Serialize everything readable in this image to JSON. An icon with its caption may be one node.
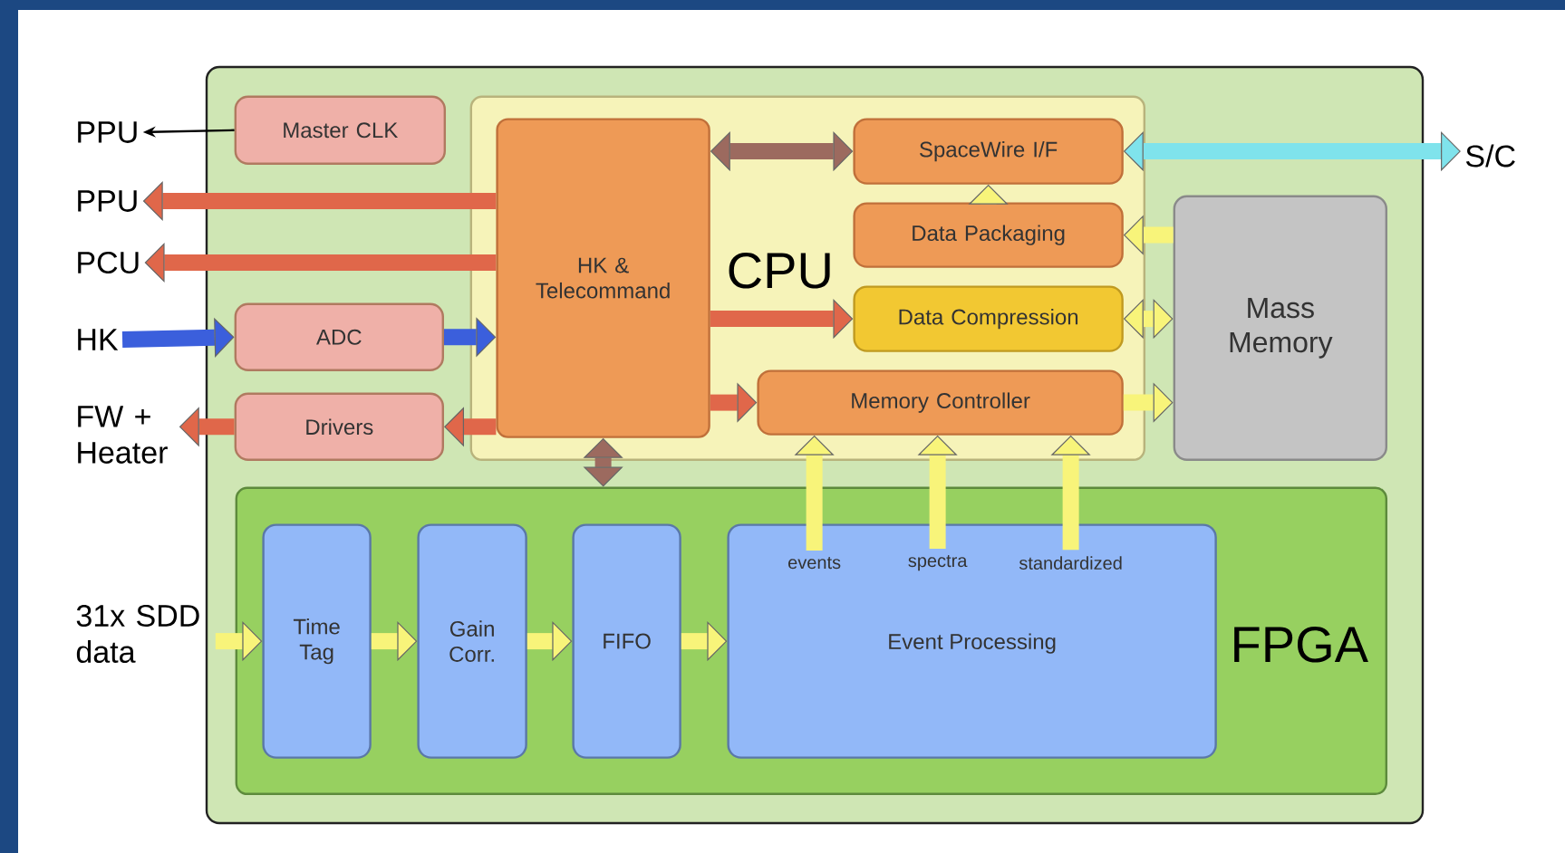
{
  "diagram": {
    "nodes": [
      {
        "text": [],
        "shape": "box"
      },
      {
        "text": [
          "CPU"
        ],
        "in": 0
      },
      {
        "text": [
          "HK & Telecommand"
        ],
        "in": 1
      },
      {
        "text": [
          "SpaceWire I/F"
        ],
        "in": 1
      },
      {
        "text": [
          "Data Packaging"
        ],
        "in": 1
      },
      {
        "text": [
          "Data Compression"
        ],
        "in": 1
      },
      {
        "text": [
          "Memory Controller"
        ],
        "in": 1
      },
      {
        "text": [
          "Master CLK"
        ],
        "in": 0
      },
      {
        "text": [
          "ADC"
        ],
        "in": 0
      },
      {
        "text": [
          "Drivers"
        ],
        "in": 0
      },
      {
        "text": [
          "Mass Memory"
        ],
        "in": 0
      },
      {
        "text": [
          "FPGA"
        ],
        "in": 0
      },
      {
        "text": [
          "Time Tag"
        ],
        "in": 11
      },
      {
        "text": [
          "Gain Corr."
        ],
        "in": 11
      },
      {
        "text": [
          "FIFO"
        ],
        "in": 11
      },
      {
        "text": [
          "events",
          "spectra",
          "standardized",
          "Event Processing"
        ],
        "in": 11
      },
      {
        "text": [
          "PPU"
        ]
      },
      {
        "text": [
          "PPU"
        ]
      },
      {
        "text": [
          "PCU"
        ]
      },
      {
        "text": [
          "HK"
        ]
      },
      {
        "text": [
          "FW + Heater"
        ]
      },
      {
        "text": [
          "31x SDD data"
        ]
      },
      {
        "text": [
          "S/C"
        ]
      }
    ],
    "edges": [
      {
        "from": 7,
        "to": 16,
        "arrow": "to",
        "color": "#000000"
      },
      {
        "from": 2,
        "to": 17,
        "arrow": "to",
        "color": "#e0674a"
      },
      {
        "from": 2,
        "to": 18,
        "arrow": "to",
        "color": "#e0674a"
      },
      {
        "from": 19,
        "to": 8,
        "arrow": "to",
        "color": "#3b5fdc"
      },
      {
        "from": 8,
        "to": 2,
        "arrow": "to",
        "color": "#3b5fdc"
      },
      {
        "from": 9,
        "to": 20,
        "arrow": "to",
        "color": "#e0674a"
      },
      {
        "from": 2,
        "to": 9,
        "arrow": "to",
        "color": "#e0674a"
      },
      {
        "from": 2,
        "to": 3,
        "arrow": "both",
        "color": "#9c6a5f"
      },
      {
        "from": 3,
        "to": 22,
        "arrow": "both",
        "color": "#7fe3ec"
      },
      {
        "from": 4,
        "to": 3,
        "arrow": "to"
      },
      {
        "from": 10,
        "to": 4,
        "arrow": "to"
      },
      {
        "from": 2,
        "to": 5,
        "arrow": "to",
        "color": "#e0674a"
      },
      {
        "from": 5,
        "to": 10,
        "arrow": "both"
      },
      {
        "from": 2,
        "to": 6,
        "arrow": "to",
        "color": "#e0674a"
      },
      {
        "from": 6,
        "to": 10,
        "arrow": "to"
      },
      {
        "from": 2,
        "to": 11,
        "arrow": "both",
        "color": "#9c6a5f"
      },
      {
        "from": 15,
        "to": 6,
        "arrow": "to"
      },
      {
        "from": 15,
        "to": 6,
        "arrow": "to"
      },
      {
        "from": 15,
        "to": 6,
        "arrow": "to"
      },
      {
        "from": 21,
        "to": 12,
        "arrow": "to"
      },
      {
        "from": 12,
        "to": 13,
        "arrow": "to"
      },
      {
        "from": 13,
        "to": 14,
        "arrow": "to"
      },
      {
        "from": 14,
        "to": 15,
        "arrow": "to"
      }
    ]
  }
}
